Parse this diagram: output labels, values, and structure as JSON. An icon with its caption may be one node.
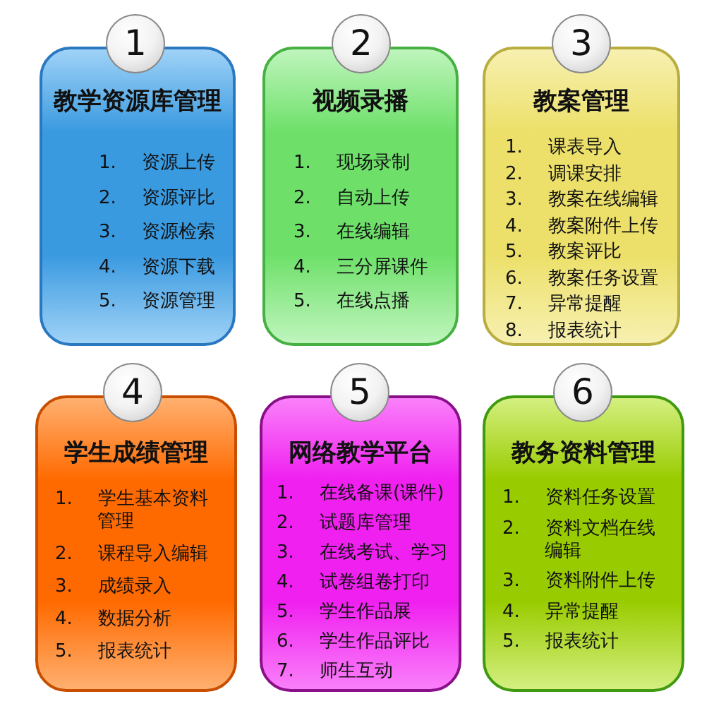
{
  "diagram": {
    "nodes": [
      {
        "text": [
          "1"
        ]
      },
      {
        "text": [
          "教学资源库管理",
          "1. 资源上传",
          "2. 资源评比",
          "3. 资源检索",
          "4. 资源下载",
          "5. 资源管理"
        ]
      },
      {
        "text": [
          "2"
        ]
      },
      {
        "text": [
          "视频录播",
          "1. 现场录制",
          "2. 自动上传",
          "3. 在线编辑",
          "4. 三分屏课件",
          "5. 在线点播"
        ]
      },
      {
        "text": [
          "3"
        ]
      },
      {
        "text": [
          "教案管理",
          "1. 课表导入",
          "2. 调课安排",
          "3. 教案在线编辑",
          "4. 教案附件上传",
          "5. 教案评比",
          "6. 教案任务设置",
          "7. 异常提醒",
          "8. 报表统计"
        ]
      },
      {
        "text": [
          "4"
        ]
      },
      {
        "text": [
          "学生成绩管理",
          "1. 学生基本资料管理",
          "2. 课程导入编辑",
          "3. 成绩录入",
          "4. 数据分析",
          "5. 报表统计"
        ]
      },
      {
        "text": [
          "5"
        ]
      },
      {
        "text": [
          "网络教学平台",
          "1. 在线备课(课件)",
          "2. 试题库管理",
          "3. 在线考试、学习",
          "4. 试卷组卷打印",
          "5. 学生作品展",
          "6. 学生作品评比",
          "7. 师生互动"
        ]
      },
      {
        "text": [
          "6"
        ]
      },
      {
        "text": [
          "教务资料管理",
          "1. 资料任务设置",
          "2. 资料文档在线编辑",
          "3. 资料附件上传",
          "4. 异常提醒",
          "5. 报表统计"
        ]
      }
    ]
  }
}
